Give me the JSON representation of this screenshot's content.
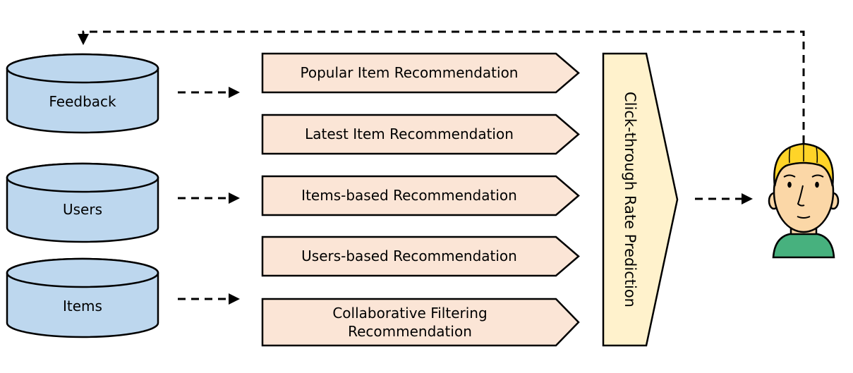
{
  "diagram": {
    "databases": [
      {
        "id": "feedback",
        "label": "Feedback"
      },
      {
        "id": "users",
        "label": "Users"
      },
      {
        "id": "items",
        "label": "Items"
      }
    ],
    "recommenders": [
      {
        "id": "popular",
        "label": "Popular Item Recommendation"
      },
      {
        "id": "latest",
        "label": "Latest Item Recommendation"
      },
      {
        "id": "items_based",
        "label": "Items-based Recommendation"
      },
      {
        "id": "users_based",
        "label": "Users-based Recommendation"
      },
      {
        "id": "collaborative",
        "label": "Collaborative Filtering Recommendation"
      }
    ],
    "ranking": {
      "label": "Click-through Rate Prediction"
    },
    "icons": {
      "user_face": "user-face-icon"
    },
    "colors": {
      "background": "#ffffff",
      "database_fill": "#bdd7ee",
      "recommender_fill": "#fbe5d6",
      "ranking_fill": "#fff2cc",
      "stroke": "#000000",
      "hair": "#ffd428",
      "skin": "#fbd7a7",
      "shirt": "#47b17e"
    }
  }
}
